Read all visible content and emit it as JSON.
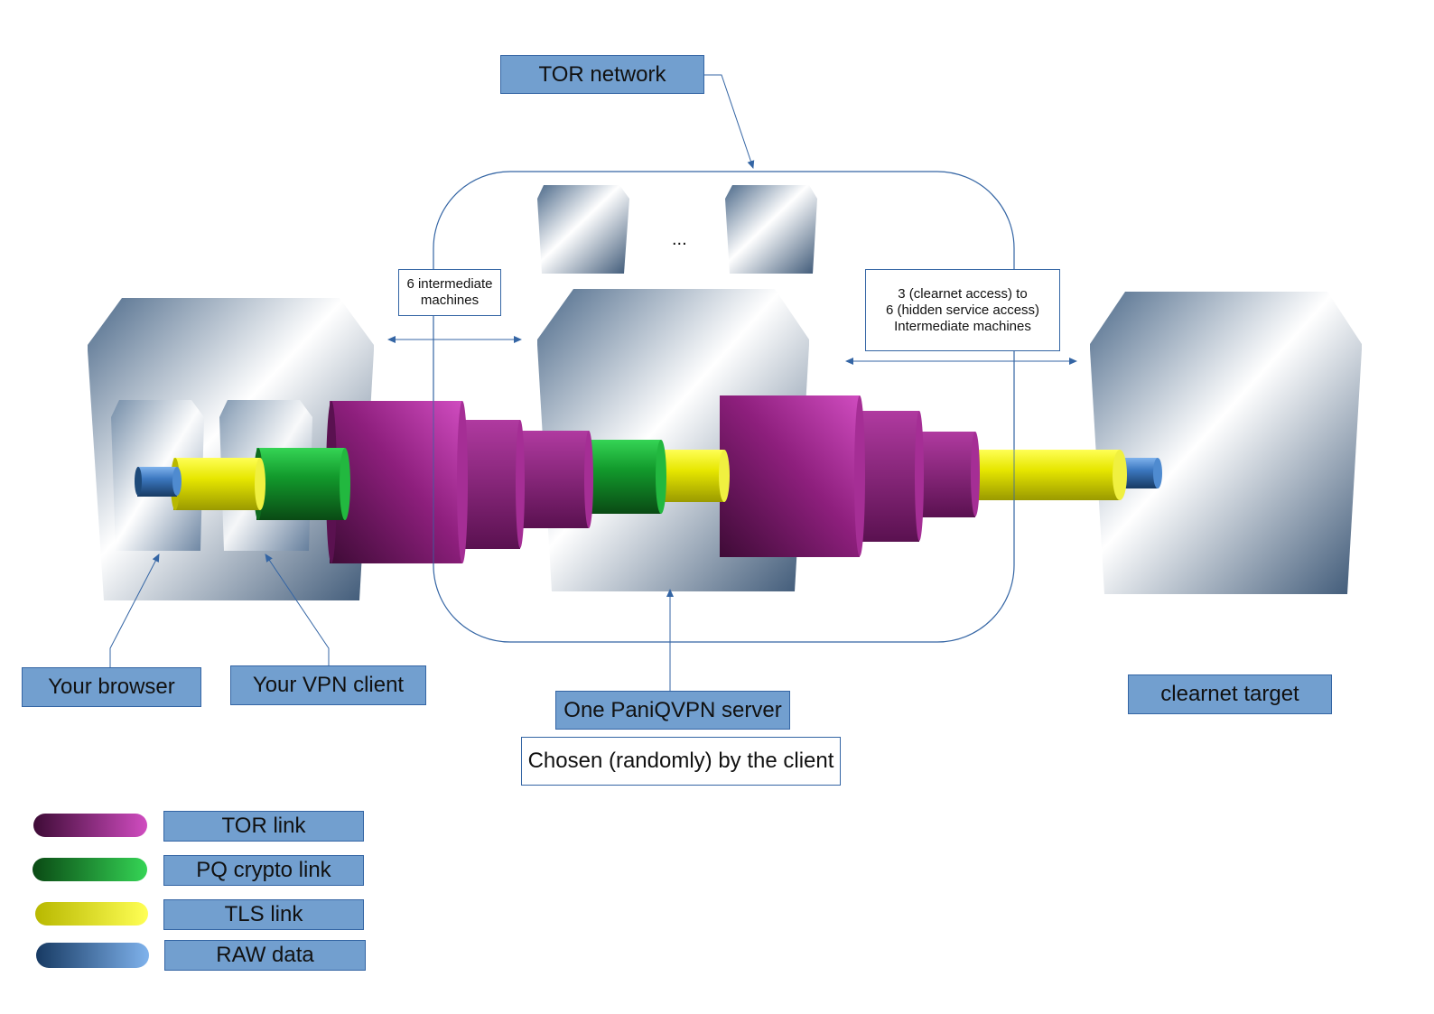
{
  "labels": {
    "tor_network": "TOR network",
    "your_browser": "Your browser",
    "your_vpn_client": "Your VPN client",
    "one_paniqvpn_server": "One PaniQVPN server",
    "chosen_randomly": "Chosen (randomly) by the client",
    "clearnet_target": "clearnet target"
  },
  "notes": {
    "six_intermediate": [
      "6 intermediate",
      "machines"
    ],
    "three_to_six": [
      "3 (clearnet access) to",
      "6 (hidden service access)",
      "Intermediate machines"
    ]
  },
  "ellipsis": "...",
  "legend": [
    {
      "label": "TOR link",
      "color": "#9b1f87",
      "icon": "tor-link-cylinder"
    },
    {
      "label": "PQ crypto link",
      "color": "#119b2e",
      "icon": "pq-crypto-cylinder"
    },
    {
      "label": "TLS link",
      "color": "#e6e600",
      "icon": "tls-cylinder"
    },
    {
      "label": "RAW data",
      "color": "#3c78c0",
      "icon": "raw-data-cylinder"
    }
  ],
  "colors": {
    "label_fill": "#729fcf",
    "label_border": "#3465a4",
    "tor": "#9b1f87",
    "pq": "#119b2e",
    "tls": "#e6e600",
    "raw": "#3c78c0",
    "machine": "#4a6685"
  }
}
